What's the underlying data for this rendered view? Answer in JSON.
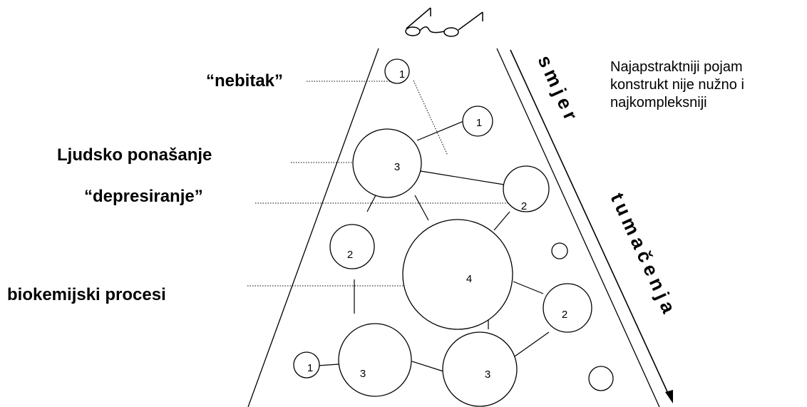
{
  "labels": {
    "nebitak": "“nebitak”",
    "ljudsko": "Ljudsko ponašanje",
    "depresiranje": "“depresiranje”",
    "biokemijski": "biokemijski procesi"
  },
  "note": {
    "line1": "Najapstraktniji pojam",
    "line2": "konstrukt nije nužno i",
    "line3": "najkompleksniji"
  },
  "arrow_text": {
    "word1": "smjer",
    "word2": "tumačenja"
  },
  "circles": [
    {
      "id": "c1a",
      "label": "1"
    },
    {
      "id": "c1b",
      "label": "1"
    },
    {
      "id": "c3top",
      "label": "3"
    },
    {
      "id": "c2right",
      "label": "2"
    },
    {
      "id": "c2left",
      "label": "2"
    },
    {
      "id": "c4",
      "label": "4"
    },
    {
      "id": "c2lowright",
      "label": "2"
    },
    {
      "id": "c3botleft",
      "label": "3"
    },
    {
      "id": "c3botmid",
      "label": "3"
    },
    {
      "id": "c1bot",
      "label": "1"
    },
    {
      "id": "csmall1",
      "label": ""
    },
    {
      "id": "csmall2",
      "label": ""
    }
  ],
  "icon": "glasses-icon"
}
